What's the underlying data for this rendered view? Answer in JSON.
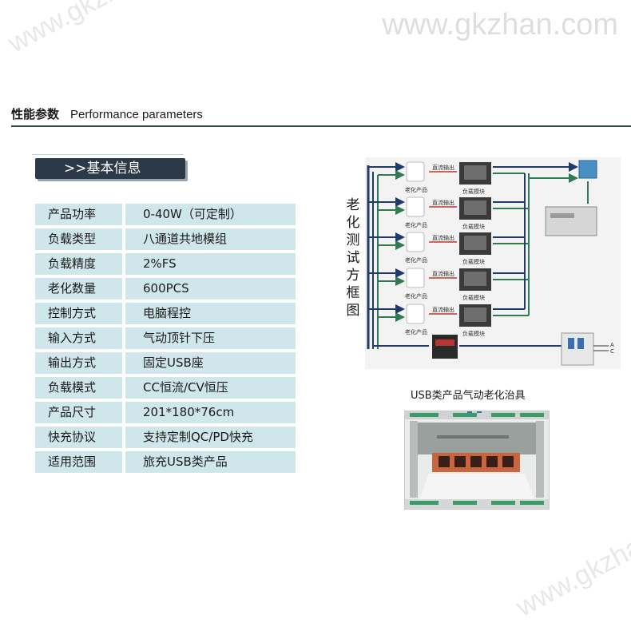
{
  "watermark": "www.gkzhan.com",
  "section": {
    "title_zh": "性能参数",
    "title_en": "Performance parameters"
  },
  "info_badge": ">>基本信息",
  "specs": [
    {
      "key": "产品功率",
      "value": "0-40W（可定制）"
    },
    {
      "key": "负载类型",
      "value": "八通道共地模组"
    },
    {
      "key": "负载精度",
      "value": "2%FS"
    },
    {
      "key": "老化数量",
      "value": "600PCS"
    },
    {
      "key": "控制方式",
      "value": "电脑程控"
    },
    {
      "key": "输入方式",
      "value": "气动顶针下压"
    },
    {
      "key": "输出方式",
      "value": "固定USB座"
    },
    {
      "key": "负载模式",
      "value": "CC恒流/CV恒压"
    },
    {
      "key": "产品尺寸",
      "value": "201*180*76cm"
    },
    {
      "key": "快充协议",
      "value": "支持定制QC/PD快充"
    },
    {
      "key": "适用范围",
      "value": "旅充USB类产品"
    }
  ],
  "diagram": {
    "title_chars": [
      "老",
      "化",
      "测",
      "试",
      "方",
      "框",
      "图"
    ],
    "product_label": "老化产品",
    "dc_output_label": "直流输出",
    "load_module_label": "负载模块",
    "ac_labels": [
      "A",
      "C"
    ]
  },
  "fixture": {
    "caption": "USB类产品气动老化治具"
  },
  "colors": {
    "table_bg": "#cfe6ea",
    "badge_bg": "#2c3a47",
    "rule": "#2f4f3f",
    "arrow_dark": "#1f3a6b",
    "arrow_green": "#2f7a52"
  }
}
